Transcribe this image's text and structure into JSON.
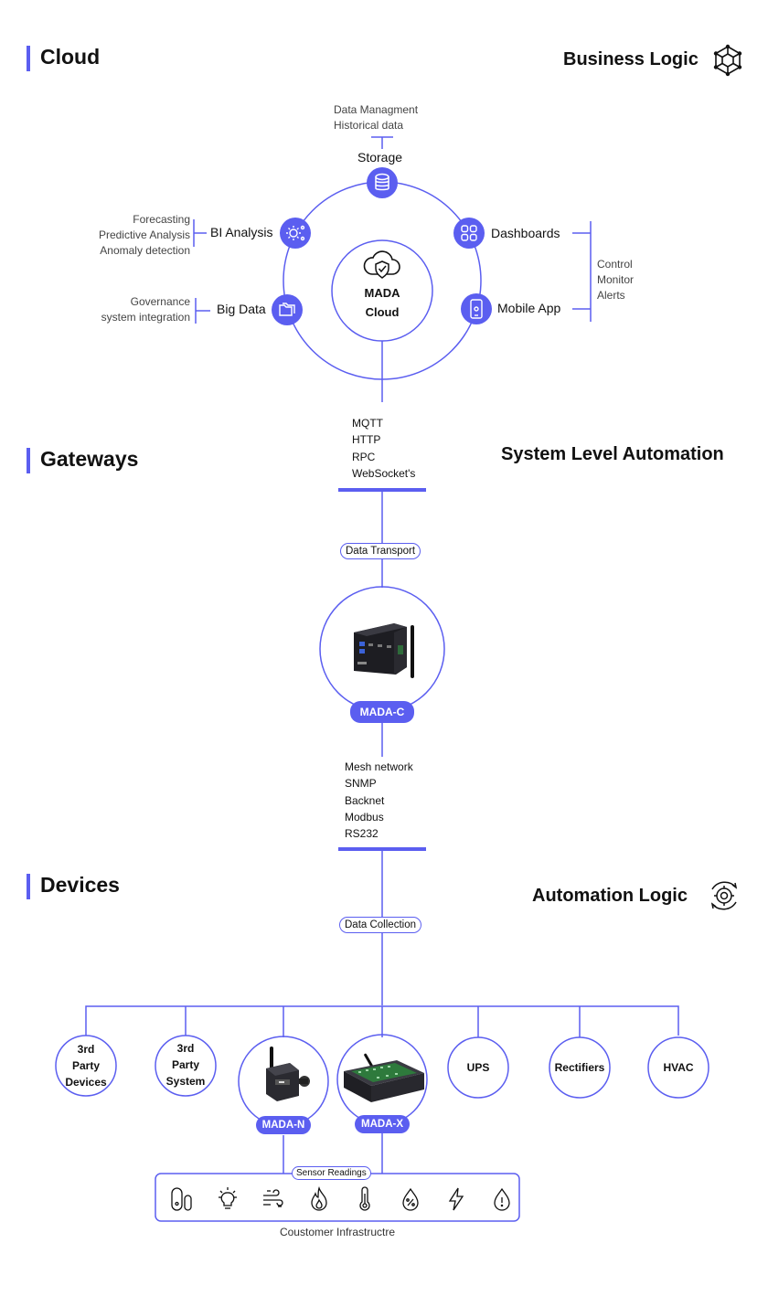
{
  "sections": {
    "cloud": "Cloud",
    "gateways": "Gateways",
    "devices": "Devices"
  },
  "right_titles": {
    "business_logic": "Business  Logic",
    "system_level_automation": "System Level Automation",
    "automation_logic": "Automation Logic"
  },
  "cloud": {
    "center_line1": "MADA",
    "center_line2": "Cloud",
    "storage": {
      "label": "Storage",
      "notes": [
        "Data Managment",
        "Historical data"
      ]
    },
    "bi_analysis": {
      "label": "BI Analysis",
      "notes": [
        "Forecasting",
        "Predictive Analysis",
        "Anomaly detection"
      ]
    },
    "big_data": {
      "label": "Big Data",
      "notes": [
        "Governance",
        "system integration"
      ]
    },
    "dashboards": {
      "label": "Dashboards"
    },
    "mobile_app": {
      "label": "Mobile App"
    },
    "right_notes": [
      "Control",
      "Monitor",
      "Alerts"
    ]
  },
  "cloud_protocols": [
    "MQTT",
    "HTTP",
    "RPC",
    "WebSocket's"
  ],
  "data_transport": "Data Transport",
  "gateway_badge": "MADA-C",
  "device_protocols": [
    "Mesh network",
    "SNMP",
    "Backnet",
    "Modbus",
    "RS232"
  ],
  "data_collection": "Data Collection",
  "devices": {
    "third_party_devices": [
      "3rd",
      "Party",
      "Devices"
    ],
    "third_party_system": [
      "3rd",
      "Party",
      "System"
    ],
    "mada_n": "MADA-N",
    "mada_x": "MADA-X",
    "ups": "UPS",
    "rectifiers": "Rectifiers",
    "hvac": "HVAC"
  },
  "sensor_readings": "Sensor Readings",
  "sensor_icons": [
    "door-sensor-icon",
    "light-icon",
    "airflow-icon",
    "fire-icon",
    "temperature-icon",
    "humidity-icon",
    "power-icon",
    "water-leak-icon"
  ],
  "infrastructure": "Coustomer Infrastructre",
  "colors": {
    "accent": "#5b5ef0",
    "text": "#111111"
  }
}
